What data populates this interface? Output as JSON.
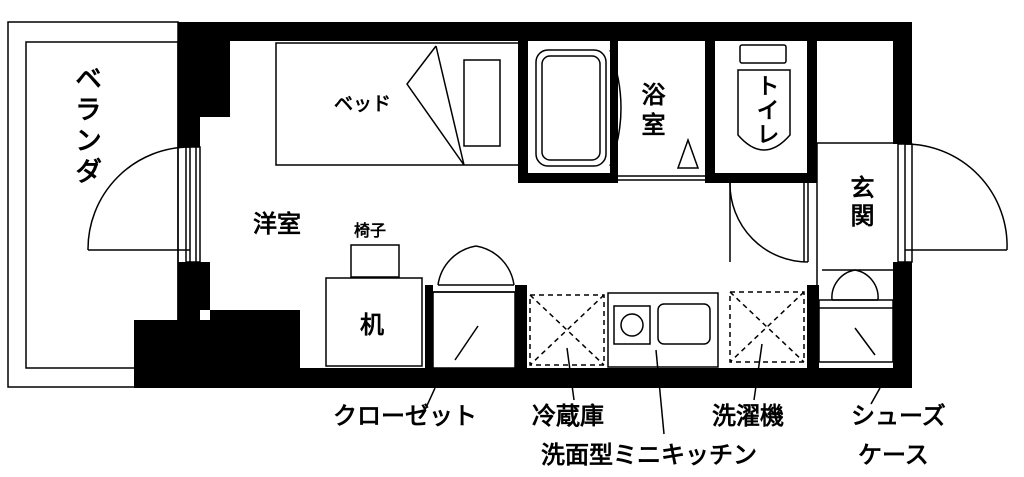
{
  "rooms": {
    "veranda": "ベランダ",
    "western_room": "洋室",
    "bath": "浴室",
    "toilet": "トイレ",
    "entrance": "玄関"
  },
  "fixtures": {
    "bed": "ベッド",
    "chair": "椅子",
    "desk": "机"
  },
  "callouts": {
    "closet": "クローゼット",
    "fridge": "冷蔵庫",
    "kitchen": "洗面型ミニキッチン",
    "washer": "洗濯機",
    "shoe_case_line1": "シューズ",
    "shoe_case_line2": "ケース"
  },
  "colors": {
    "wall": "#000000",
    "background": "#ffffff"
  }
}
